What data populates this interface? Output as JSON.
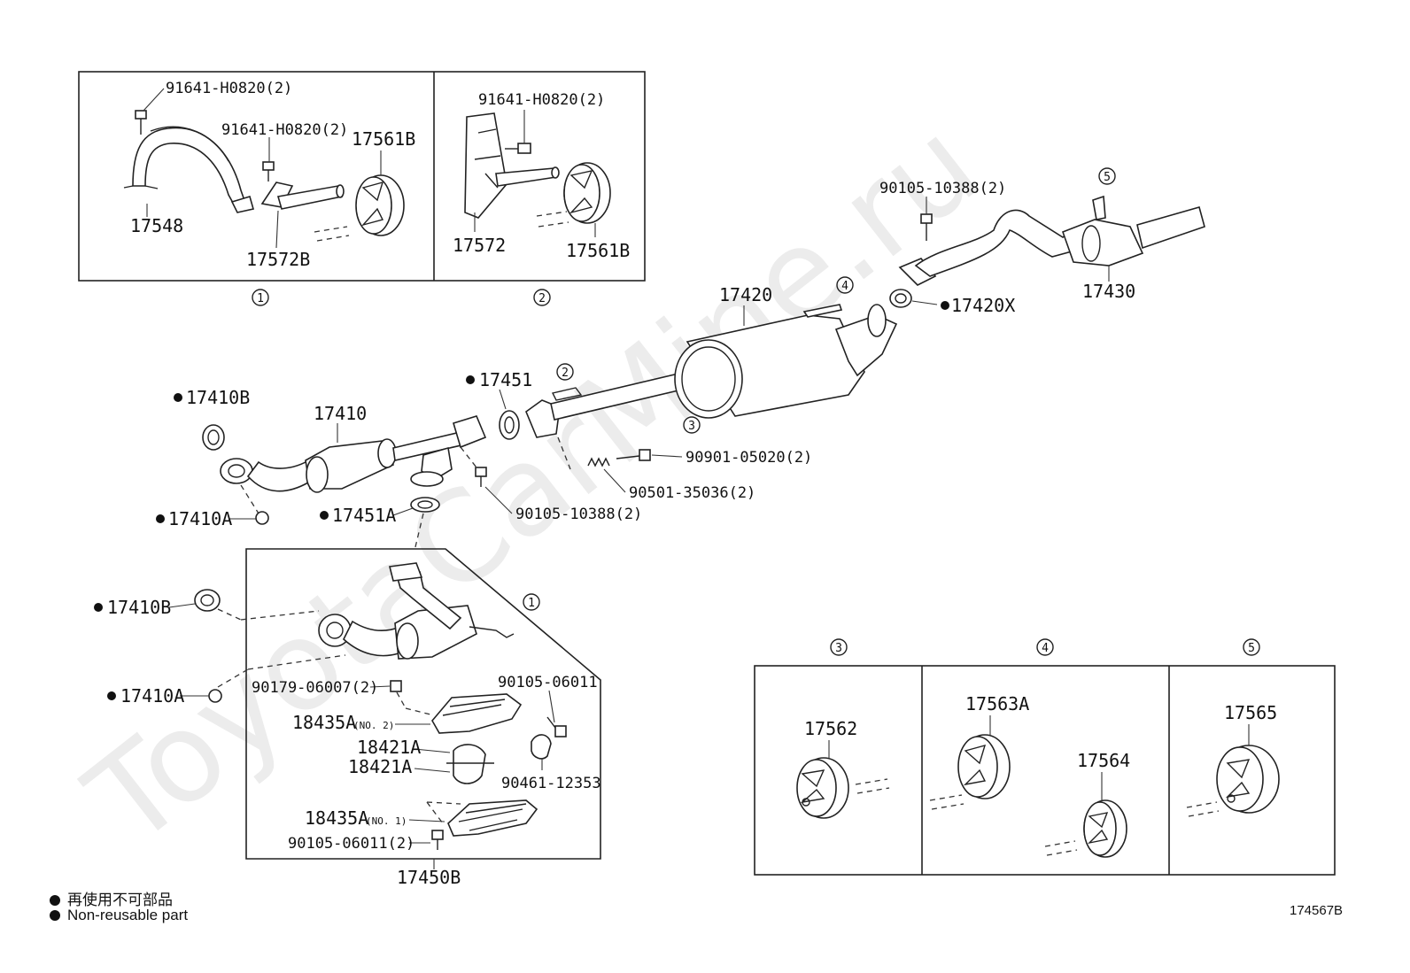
{
  "watermark": "ToyotaCarMine.ru",
  "diagram_id": "174567B",
  "legend": {
    "jp": "再使用不可部品",
    "en": "Non-reusable part"
  },
  "detail_markers": {
    "m1": "1",
    "m2": "2",
    "m3": "3",
    "m4": "4",
    "m5": "5"
  },
  "labels": {
    "p17548": "17548",
    "p17572B": "17572B",
    "p17561B_a": "17561B",
    "bolt_1a": "91641-H0820(2)",
    "bolt_1b": "91641-H0820(2)",
    "bolt_2": "91641-H0820(2)",
    "p17572": "17572",
    "p17561B_b": "17561B",
    "p17420": "17420",
    "p17420X": "17420X",
    "bolt_90105_top": "90105-10388(2)",
    "p17430": "17430",
    "p17451": "17451",
    "p17410B_top": "17410B",
    "p17410": "17410",
    "p17410A_top": "17410A",
    "p17451A": "17451A",
    "bolt_90105_mid": "90105-10388(2)",
    "bolt_90901": "90901-05020(2)",
    "spring_90501": "90501-35036(2)",
    "p17410B_low": "17410B",
    "p17410A_low": "17410A",
    "nut_90179": "90179-06007(2)",
    "cat_no2": "18435A",
    "cat_no2_tag": "(NO. 2)",
    "clamp_1": "18421A",
    "clamp_2": "18421A",
    "bolt_90105_06011": "90105-06011",
    "clamp_90461": "90461-12353",
    "cat_no1": "18435A",
    "cat_no1_tag": "(NO. 1)",
    "bolt_90105_06011_2": "90105-06011(2)",
    "p17450B": "17450B",
    "p17562": "17562",
    "p17563A": "17563A",
    "p17564": "17564",
    "p17565": "17565"
  }
}
